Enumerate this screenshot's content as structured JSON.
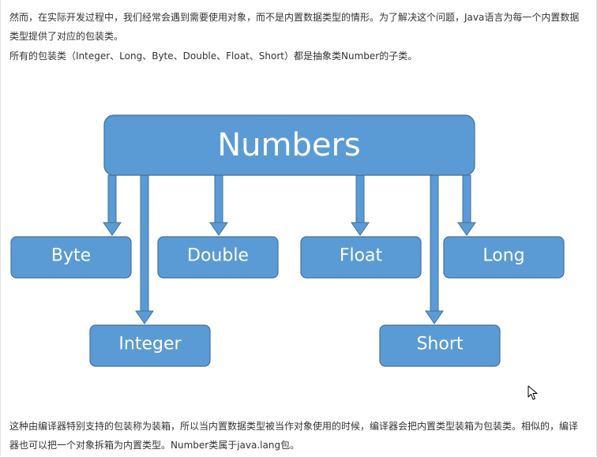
{
  "text": {
    "intro_line1": "然而，在实际开发过程中，我们经常会遇到需要使用对象，而不是内置数据类型的情形。为了解决这个问题，Java语言为每一个内置数据类型提供了对应的包装类。",
    "intro_line2": "所有的包装类（Integer、Long、Byte、Double、Float、Short）都是抽象类Number的子类。",
    "outro": "这种由编译器特别支持的包装称为装箱，所以当内置数据类型被当作对象使用的时候，编译器会把内置类型装箱为包装类。相似的，编译器也可以把一个对象拆箱为内置类型。Number类属于java.lang包。"
  },
  "diagram": {
    "root": "Numbers",
    "children": {
      "byte": "Byte",
      "double": "Double",
      "float": "Float",
      "long": "Long",
      "integer": "Integer",
      "short": "Short"
    },
    "colors": {
      "box_fill": "#5b9bd5",
      "box_stroke": "#41719c",
      "text": "#ffffff"
    }
  },
  "icons": {
    "cursor": "mouse-pointer-icon"
  }
}
